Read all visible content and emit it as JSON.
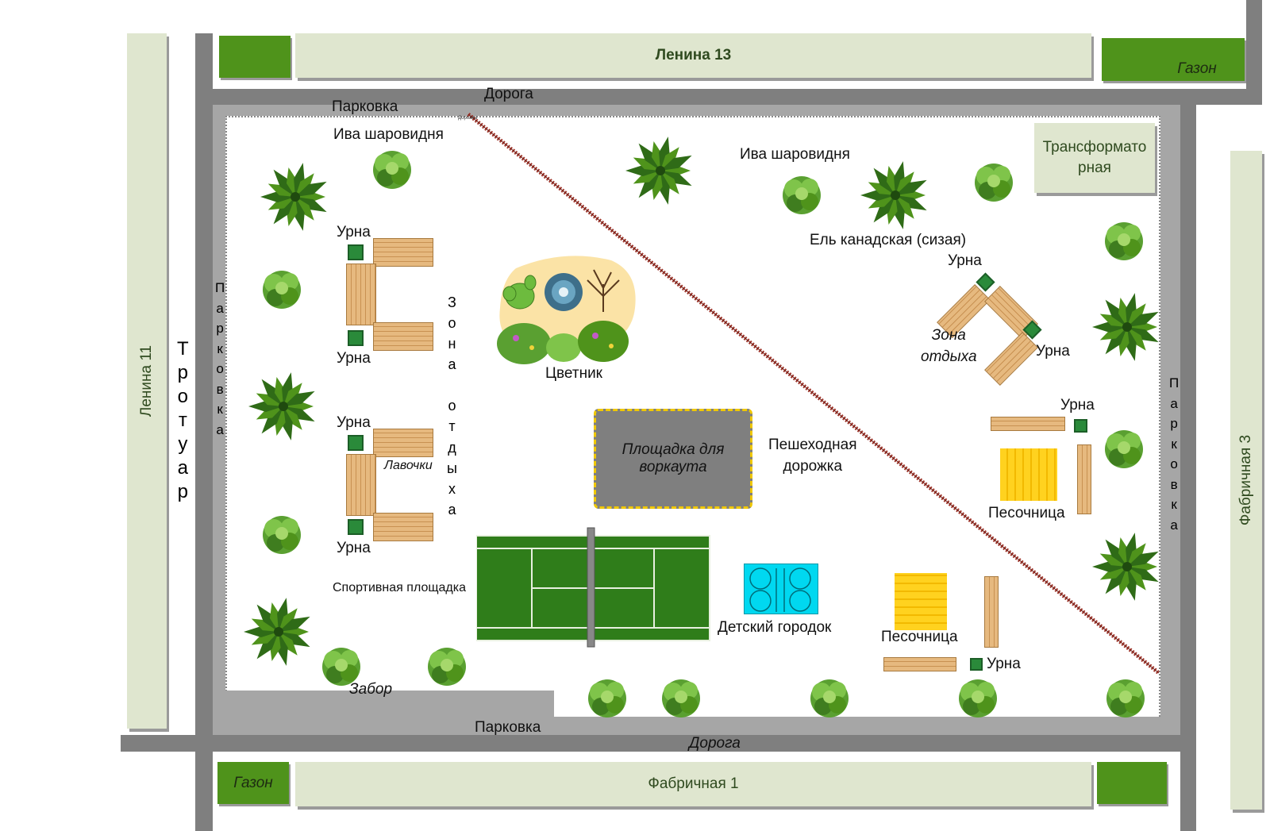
{
  "buildings": {
    "lenina13": "Ленина 13",
    "lenina11": "Ленина 11",
    "fabrichnaya3": "Фабричная 3",
    "fabrichnaya1": "Фабричная 1",
    "transformer": "Трансформаторная"
  },
  "lawns": {
    "top_right": "Газон",
    "bottom_left": "Газон"
  },
  "roads": {
    "top": "Дорога",
    "bottom": "Дорога",
    "sidewalk_letters": [
      "Т",
      "р",
      "о",
      "т",
      "у",
      "а",
      "р"
    ]
  },
  "parking": {
    "top": "Парковка",
    "bottom": "Парковка",
    "left_letters": [
      "П",
      "а",
      "р",
      "к",
      "о",
      "в",
      "к",
      "а"
    ],
    "right_letters": [
      "П",
      "а",
      "р",
      "к",
      "о",
      "в",
      "к",
      "а"
    ]
  },
  "labels": {
    "willow_1": "Ива шаровидня",
    "willow_2": "Ива шаровидня",
    "spruce": "Ель канадская (сизая)",
    "urn": "Урна",
    "benches": "Лавочки",
    "rest_zone_letters": [
      "З",
      "о",
      "н",
      "а",
      "",
      "о",
      "т",
      "д",
      "ы",
      "х",
      "а"
    ],
    "rest_zone_2": [
      "Зона",
      "отдыха"
    ],
    "flowerbed": "Цветник",
    "workout": [
      "Площадка для",
      "воркаута"
    ],
    "footpath": [
      "Пешеходная",
      "дорожка"
    ],
    "path_small": "Дорожка",
    "sports": "Спортивная площадка",
    "playground": "Детский городок",
    "sandbox": "Песочница",
    "fence": "Забор"
  },
  "colors": {
    "building": "#dfe6cf",
    "lawn": "#4f931b",
    "road": "#7f7f7f",
    "parking": "#a6a6a6",
    "court": "#2f7d1a",
    "workout": "#7f7f7f",
    "sandbox": "#ffd21f",
    "playground": "#00d8f0",
    "path": "#a0342a"
  }
}
